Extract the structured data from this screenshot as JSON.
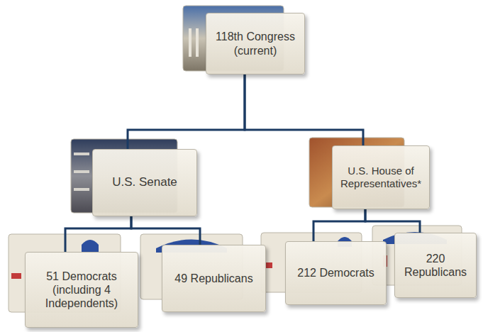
{
  "diagram": {
    "nodes": [
      {
        "text": [
          "118th Congress (current)"
        ]
      },
      {
        "text": [
          "U.S. Senate"
        ]
      },
      {
        "text": [
          "U.S. House of Representatives*"
        ]
      },
      {
        "text": [
          "51 Democrats (including 4 Independents)"
        ]
      },
      {
        "text": [
          "49 Republicans"
        ]
      },
      {
        "text": [
          "212 Democrats"
        ]
      },
      {
        "text": [
          "220 Republicans"
        ]
      }
    ],
    "edges": [
      {
        "from": 0,
        "to": 1,
        "arrow": "none"
      },
      {
        "from": 0,
        "to": 2,
        "arrow": "none"
      },
      {
        "from": 1,
        "to": 3,
        "arrow": "none"
      },
      {
        "from": 1,
        "to": 4,
        "arrow": "none"
      },
      {
        "from": 2,
        "to": 5,
        "arrow": "none"
      },
      {
        "from": 2,
        "to": 6,
        "arrow": "none"
      }
    ]
  }
}
